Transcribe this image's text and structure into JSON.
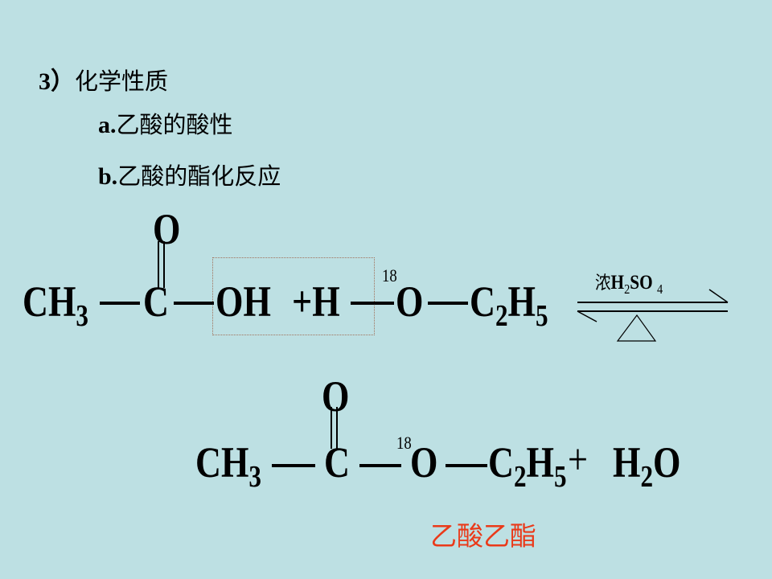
{
  "heading": {
    "num": "3）",
    "title": "化学性质"
  },
  "items": [
    {
      "prefix": "a.",
      "text": "乙酸的酸性"
    },
    {
      "prefix": "b.",
      "text": "乙酸的酯化反应"
    }
  ],
  "reaction1": {
    "carbonyl_o": "O",
    "ch3": "CH",
    "ch3_sub": "3",
    "c": "C",
    "oh": "OH",
    "plus_h": "+H",
    "isotope": "18",
    "o": "O",
    "c2h5_c": "C",
    "c2h5_c_sub": "2",
    "c2h5_h": "H",
    "c2h5_h_sub": "5",
    "condition_cjk": "浓",
    "condition_h": "H",
    "condition_h_sub": "2",
    "condition_so": "SO",
    "condition_so_sub": "4"
  },
  "reaction2": {
    "carbonyl_o": "O",
    "ch3": "CH",
    "ch3_sub": "3",
    "c": "C",
    "isotope": "18",
    "o": "O",
    "c2h5_c": "C",
    "c2h5_c_sub": "2",
    "c2h5_h": "H",
    "c2h5_h_sub": "5",
    "plus": "+",
    "h2o_h": "H",
    "h2o_sub": "2",
    "h2o_o": "O"
  },
  "product_label": "乙酸乙酯",
  "colors": {
    "background": "#bde0e3",
    "product_label": "#ea3a1a"
  }
}
